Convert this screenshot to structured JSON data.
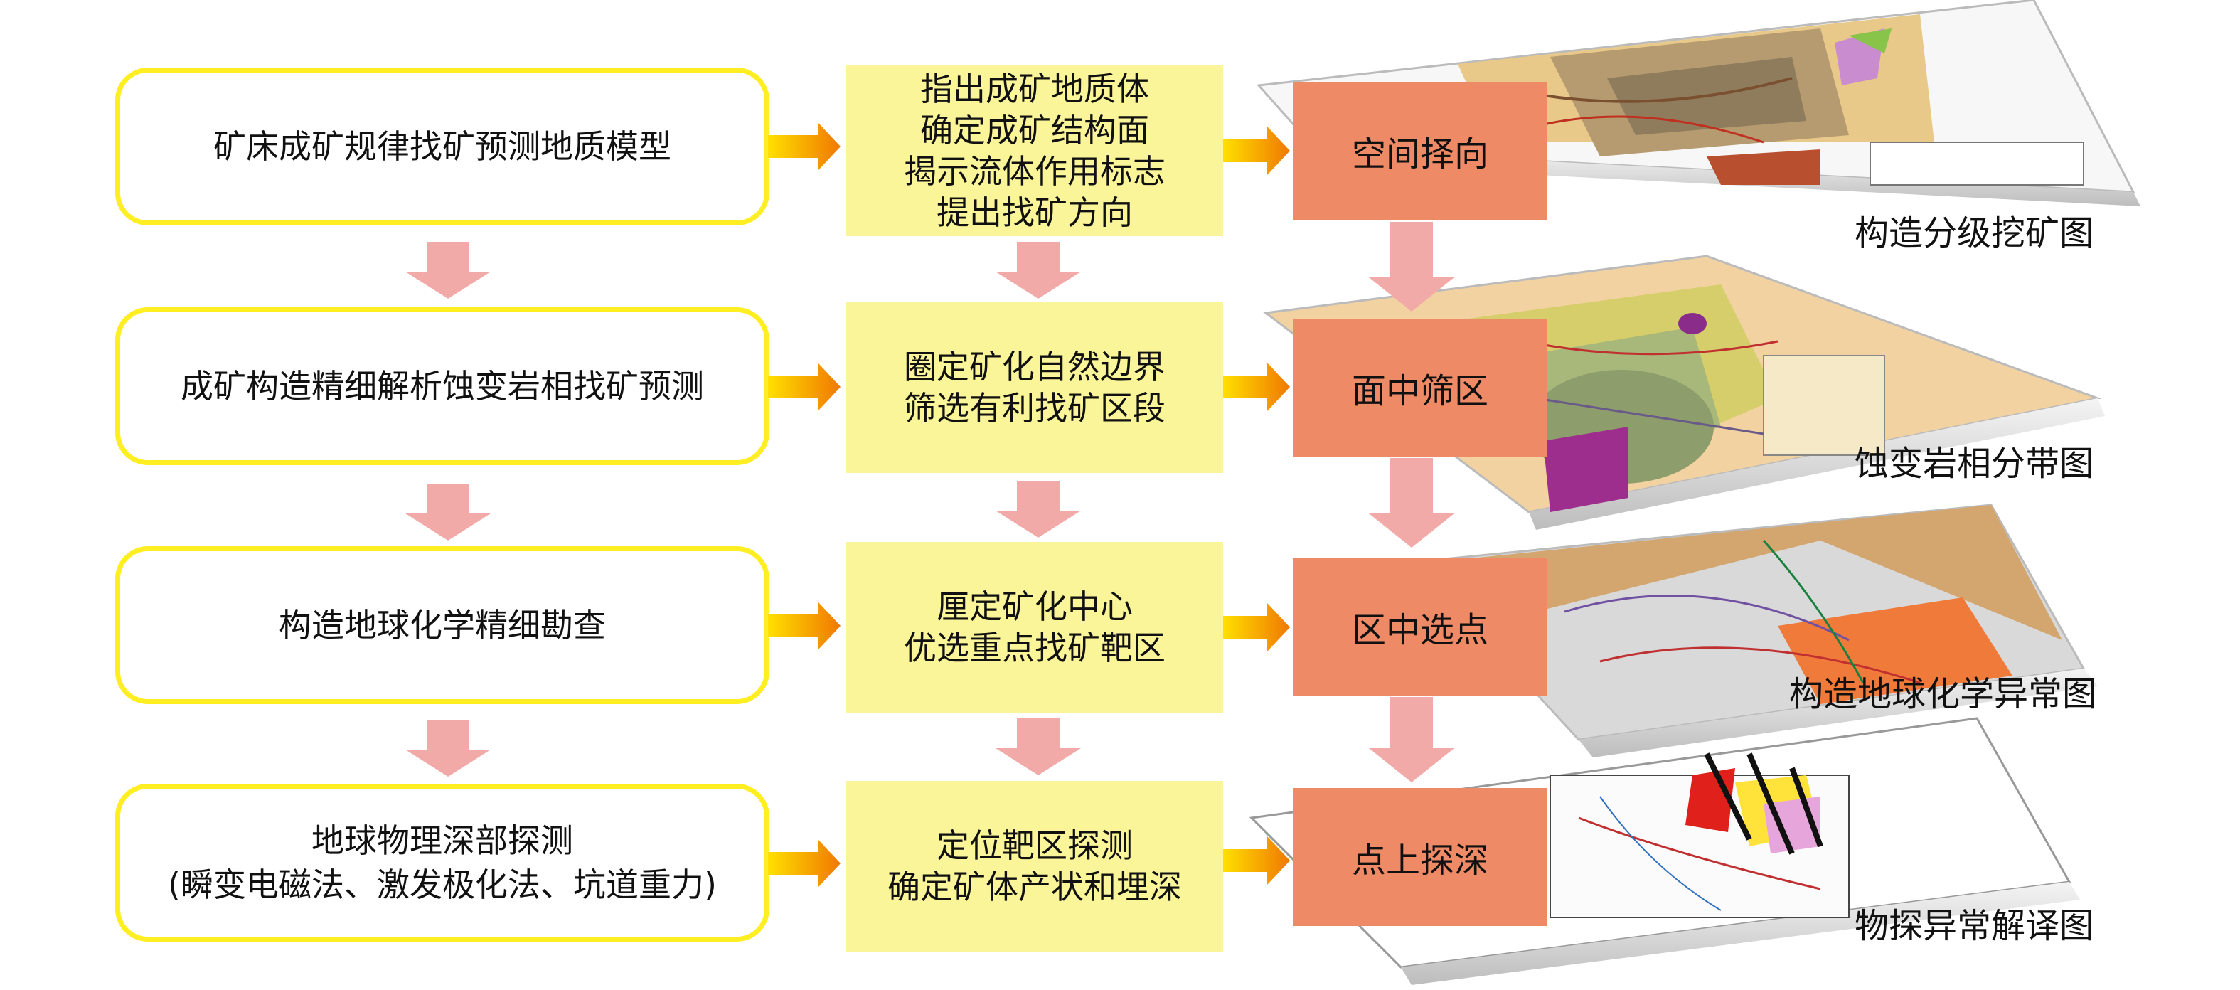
{
  "left_column": [
    {
      "lines": [
        "矿床成矿规律找矿预测地质模型"
      ]
    },
    {
      "lines": [
        "成矿构造精细解析蚀变岩相找矿预测"
      ]
    },
    {
      "lines": [
        "构造地球化学精细勘查"
      ]
    },
    {
      "lines": [
        "地球物理深部探测",
        "(瞬变电磁法、激发极化法、坑道重力)"
      ]
    }
  ],
  "middle_column": [
    {
      "lines": [
        "指出成矿地质体",
        "确定成矿结构面",
        "揭示流体作用标志",
        "提出找矿方向"
      ]
    },
    {
      "lines": [
        "圈定矿化自然边界",
        "筛选有利找矿区段"
      ]
    },
    {
      "lines": [
        "厘定矿化中心",
        "优选重点找矿靶区"
      ]
    },
    {
      "lines": [
        "定位靶区探测",
        "确定矿体产状和埋深"
      ]
    }
  ],
  "right_column": [
    {
      "label": "空间择向"
    },
    {
      "label": "面中筛区"
    },
    {
      "label": "区中选点"
    },
    {
      "label": "点上探深"
    }
  ],
  "map_captions": [
    {
      "label": "构造分级挖矿图"
    },
    {
      "label": "蚀变岩相分带图"
    },
    {
      "label": "构造地球化学异常图"
    },
    {
      "label": "物探异常解译图"
    }
  ],
  "colors": {
    "left_border": "#ffee22",
    "middle_fill": "#fbf59a",
    "right_fill": "#ef8a66",
    "down_arrow": "#f2aaa8",
    "right_arrow_start": "#ffe000",
    "right_arrow_end": "#f07800"
  }
}
